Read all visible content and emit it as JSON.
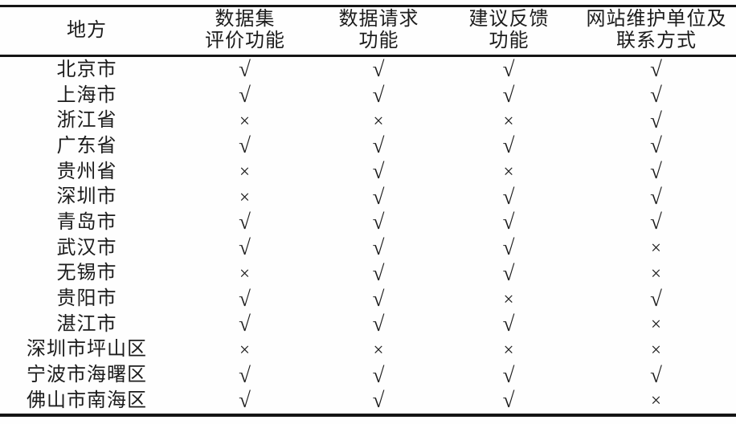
{
  "table": {
    "header": {
      "place": "地方",
      "dataset_eval": {
        "line1": "数据集",
        "line2": "评价功能"
      },
      "data_request": {
        "line1": "数据请求",
        "line2": "功能"
      },
      "feedback": {
        "line1": "建议反馈",
        "line2": "功能"
      },
      "maintenance": {
        "line1": "网站维护单位及",
        "line2": "联系方式"
      }
    },
    "marks": {
      "check": "√",
      "cross": "×"
    },
    "rows": [
      {
        "place": "北京市",
        "marks": [
          "√",
          "√",
          "√",
          "√"
        ]
      },
      {
        "place": "上海市",
        "marks": [
          "√",
          "√",
          "√",
          "√"
        ]
      },
      {
        "place": "浙江省",
        "marks": [
          "×",
          "×",
          "×",
          "√"
        ]
      },
      {
        "place": "广东省",
        "marks": [
          "√",
          "√",
          "√",
          "√"
        ]
      },
      {
        "place": "贵州省",
        "marks": [
          "×",
          "√",
          "×",
          "√"
        ]
      },
      {
        "place": "深圳市",
        "marks": [
          "×",
          "√",
          "√",
          "√"
        ]
      },
      {
        "place": "青岛市",
        "marks": [
          "√",
          "√",
          "√",
          "√"
        ]
      },
      {
        "place": "武汉市",
        "marks": [
          "√",
          "√",
          "√",
          "×"
        ]
      },
      {
        "place": "无锡市",
        "marks": [
          "×",
          "√",
          "√",
          "×"
        ]
      },
      {
        "place": "贵阳市",
        "marks": [
          "√",
          "√",
          "×",
          "√"
        ]
      },
      {
        "place": "湛江市",
        "marks": [
          "√",
          "√",
          "√",
          "×"
        ]
      },
      {
        "place": "深圳市坪山区",
        "marks": [
          "×",
          "×",
          "×",
          "×"
        ]
      },
      {
        "place": "宁波市海曙区",
        "marks": [
          "√",
          "√",
          "√",
          "√"
        ]
      },
      {
        "place": "佛山市南海区",
        "marks": [
          "√",
          "√",
          "√",
          "×"
        ]
      }
    ],
    "colors": {
      "text": "#1c1c1c",
      "rule": "#151515",
      "background": "#fefefe"
    }
  }
}
